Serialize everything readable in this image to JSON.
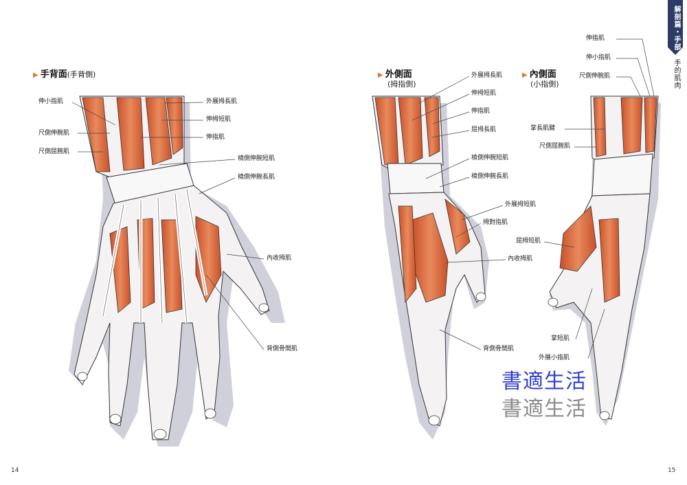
{
  "left_page": {
    "title": "手背面",
    "title_sub": "(手背側)",
    "page_number": "14",
    "labels": [
      "伸小指肌",
      "尺側伸腕肌",
      "尺側屈腕肌",
      "外展拇長肌",
      "伸拇短肌",
      "伸指肌",
      "橈側伸腕短肌",
      "橈側伸腕長肌",
      "內收拇肌",
      "背側骨間肌"
    ]
  },
  "right_page": {
    "outer_title": "外側面",
    "outer_sub": "(拇指側)",
    "inner_title": "內側面",
    "inner_sub": "(小指側)",
    "page_number": "15",
    "outer_labels": [
      "外展拇長肌",
      "伸拇短肌",
      "伸指肌",
      "屈拇長肌",
      "橈側伸腕短肌",
      "橈側伸腕長肌",
      "外展拇短肌",
      "拇對指肌",
      "內收拇肌",
      "背側骨間肌"
    ],
    "inner_labels": [
      "伸指肌",
      "伸小指肌",
      "尺側伸腕肌",
      "掌長肌腱",
      "尺側屈腕肌",
      "屈拇短肌",
      "掌短肌",
      "外展小指肌"
    ]
  },
  "chapter_tab": "解剖篇・手部",
  "side_title": "手的肌肉",
  "watermark": {
    "text_blue": "書適生活",
    "text_gray": "書適生活"
  },
  "colors": {
    "muscle": "#d9643a",
    "tendon": "#f1efef",
    "accent": "#e4782f",
    "tab": "#2c3a66",
    "shadow": "#c9c9d2"
  }
}
